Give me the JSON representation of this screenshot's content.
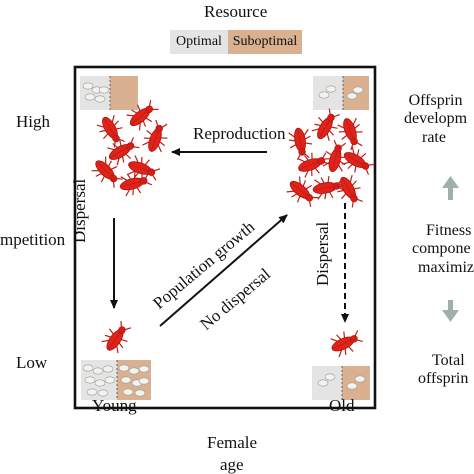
{
  "header": {
    "title": "Resource"
  },
  "legend": {
    "optimal": {
      "label": "Optimal",
      "color": "#e4e4e4"
    },
    "suboptimal": {
      "label": "Suboptimal",
      "color": "#d9b191"
    }
  },
  "axis": {
    "y_high": "High",
    "y_mid": "mpetition",
    "y_low": "Low",
    "x_young": "Young",
    "x_old": "Old",
    "x_title_1": "Female",
    "x_title_2": "age"
  },
  "arrows": {
    "reproduction": "Reproduction",
    "dispersal_left": "Dispersal",
    "dispersal_right": "Dispersal",
    "population_growth": "Population growth",
    "no_dispersal": "No dispersal"
  },
  "right_panel": {
    "top_line1": "Offsprin",
    "top_line2": "developm",
    "top_line3": "rate",
    "mid_line1": "Fitness",
    "mid_line2": "compone",
    "mid_line3": "maximiz",
    "bot_line1": "Total",
    "bot_line2": "offsprin"
  },
  "colors": {
    "beetle": "#e0231a",
    "beetle_dark": "#a8150f",
    "frame": "#111111",
    "arrow_grey": "#9fb0ac"
  }
}
